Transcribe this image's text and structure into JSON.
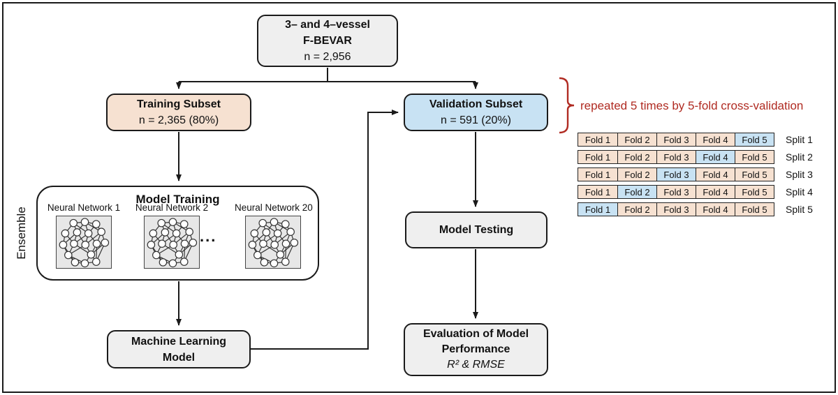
{
  "colors": {
    "gray": "#efefef",
    "peach": "#f6e1d1",
    "blue": "#c8e2f3",
    "red": "#b02b22",
    "line": "#1a1a1a"
  },
  "flow": {
    "root": {
      "line1": "3– and 4–vessel",
      "line2": "F-BEVAR",
      "n": "n = 2,956"
    },
    "training": {
      "title": "Training Subset",
      "n": "n = 2,365 (80%)"
    },
    "validation": {
      "title": "Validation Subset",
      "n": "n = 591 (20%)"
    },
    "model_training": {
      "title": "Model Training",
      "ensemble": "Ensemble",
      "nn1": "Neural Network 1",
      "nn2": "Neural Network 2",
      "nn3": "Neural Network 20",
      "dots": "..."
    },
    "ml_model": {
      "line1": "Machine Learning",
      "line2": "Model"
    },
    "testing": {
      "title": "Model Testing"
    },
    "evaluation": {
      "line1": "Evaluation of Model",
      "line2": "Performance",
      "metrics": "R² & RMSE"
    }
  },
  "annotation": {
    "text": "repeated 5 times by 5-fold cross-validation"
  },
  "cv": {
    "rows": [
      {
        "split": "Split 1",
        "cells": [
          "Fold 1",
          "Fold 2",
          "Fold 3",
          "Fold 4",
          "Fold 5"
        ],
        "highlight": 4
      },
      {
        "split": "Split 2",
        "cells": [
          "Fold 1",
          "Fold 2",
          "Fold 3",
          "Fold 4",
          "Fold 5"
        ],
        "highlight": 3
      },
      {
        "split": "Split 3",
        "cells": [
          "Fold 1",
          "Fold 2",
          "Fold 3",
          "Fold 4",
          "Fold 5"
        ],
        "highlight": 2
      },
      {
        "split": "Split 4",
        "cells": [
          "Fold 1",
          "Fold 2",
          "Fold 3",
          "Fold 4",
          "Fold 5"
        ],
        "highlight": 1
      },
      {
        "split": "Split 5",
        "cells": [
          "Fold 1",
          "Fold 2",
          "Fold 3",
          "Fold 4",
          "Fold 5"
        ],
        "highlight": 0
      }
    ]
  }
}
